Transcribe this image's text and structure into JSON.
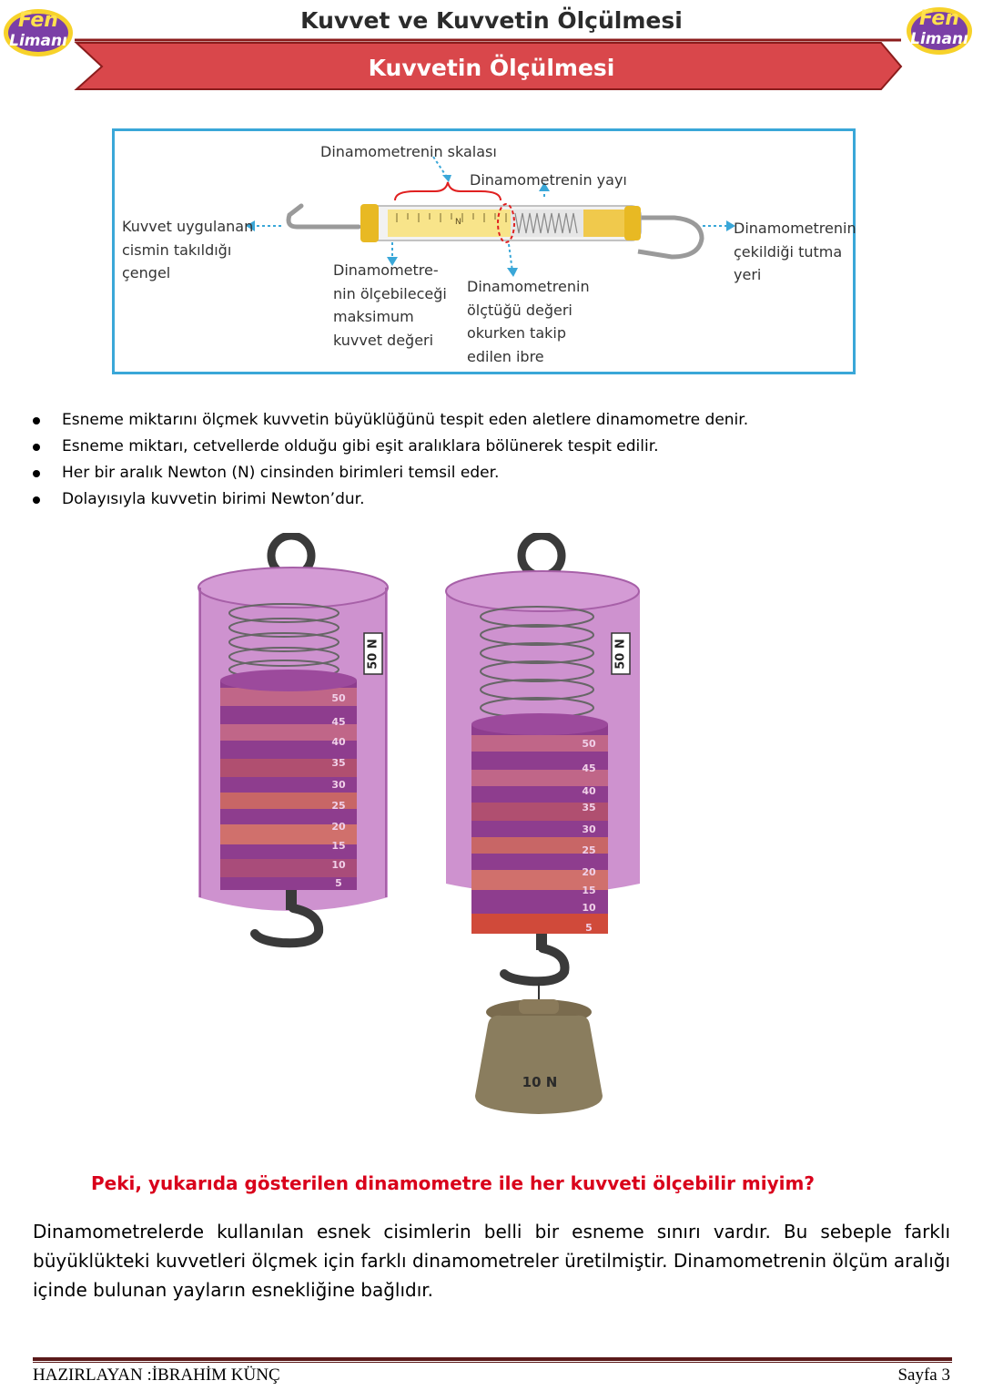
{
  "header": {
    "logo_line1": "Fen",
    "logo_line2": "Limanı",
    "doc_title": "Kuvvet ve Kuvvetin Ölçülmesi",
    "section_title": "Kuvvetin Ölçülmesi"
  },
  "colors": {
    "banner": "#d9474b",
    "banner_dark": "#8b1c1c",
    "frame": "#3aa7d8",
    "question": "#d9001b",
    "cylinder": "#b264b0"
  },
  "diagram": {
    "labels": {
      "scale": "Dinamometrenin skalası",
      "spring": "Dinamometrenin yayı",
      "hook": [
        "Kuvvet uygulanan",
        "cismin takıldığı",
        "çengel"
      ],
      "grip": [
        "Dinamometrenin",
        "çekildiği tutma",
        "yeri"
      ],
      "max_force": [
        "Dinamometre-",
        "nin ölçebileceği",
        "maksimum",
        "kuvvet değeri"
      ],
      "pointer": [
        "Dinamometrenin",
        "ölçtüğü değeri",
        "okurken takip",
        "edilen ibre"
      ]
    },
    "body_mark": "N"
  },
  "bullets": [
    "Esneme miktarını ölçmek kuvvetin büyüklüğünü tespit eden aletlere dinamometre denir.",
    "Esneme miktarı, cetvellerde olduğu gibi eşit aralıklara bölünerek tespit edilir.",
    "Her bir aralık Newton (N) cinsinden birimleri temsil eder.",
    "Dolayısıyla kuvvetin birimi Newton’dur."
  ],
  "spring_scales": {
    "capacity_label": "50 N",
    "scale_marks": [
      "50",
      "45",
      "40",
      "35",
      "30",
      "25",
      "20",
      "15",
      "10",
      "5"
    ],
    "weight_label": "10 N"
  },
  "question": "Peki, yukarıda gösterilen dinamometre ile her kuvveti ölçebilir miyim?",
  "paragraph": "Dinamometrelerde kullanılan esnek cisimlerin belli bir esneme sınırı vardır. Bu sebeple farklı büyüklükteki kuvvetleri ölçmek için farklı dinamometreler üretilmiştir. Dinamometrenin ölçüm aralığı içinde bulunan yayların esnekliğine bağlıdır.",
  "footer": {
    "author": "HAZIRLAYAN :İBRAHİM KÜNÇ",
    "page": "Sayfa 3"
  }
}
